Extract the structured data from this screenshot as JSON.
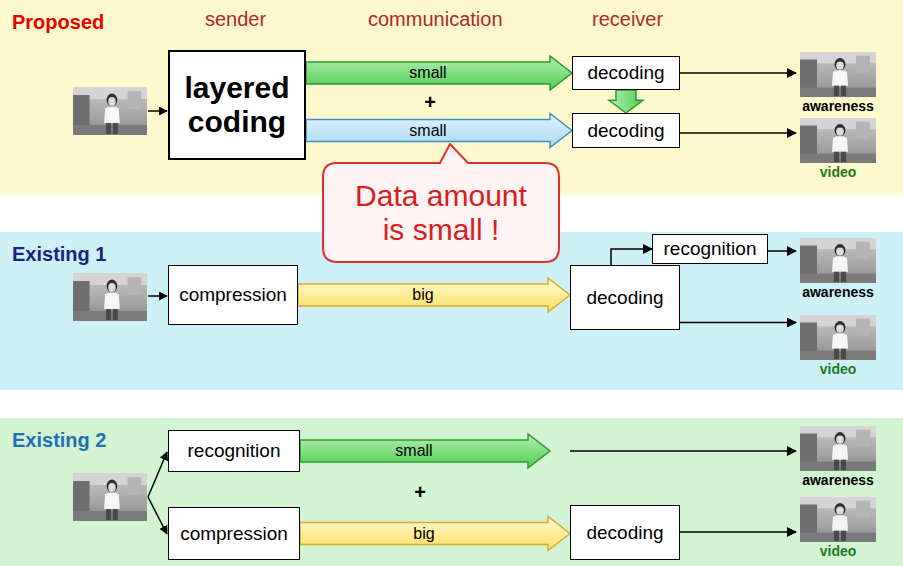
{
  "diagram": {
    "nodes": [
      {
        "text": [
          "Proposed"
        ]
      },
      {
        "text": [
          "layered coding"
        ],
        "in": 0
      },
      {
        "text": [
          "decoding"
        ],
        "in": 0
      },
      {
        "text": [
          "decoding"
        ],
        "in": 0
      },
      {
        "text": [
          "awareness"
        ],
        "in": 0
      },
      {
        "text": [
          "video"
        ],
        "in": 0
      },
      {
        "text": [
          "Data amount is small !"
        ]
      },
      {
        "text": [
          "Existing 1"
        ]
      },
      {
        "text": [
          "compression"
        ],
        "in": 7
      },
      {
        "text": [
          "decoding"
        ],
        "in": 7
      },
      {
        "text": [
          "recognition"
        ],
        "in": 7
      },
      {
        "text": [
          "awareness"
        ],
        "in": 7
      },
      {
        "text": [
          "video"
        ],
        "in": 7
      },
      {
        "text": [
          "Existing 2"
        ]
      },
      {
        "text": [
          "recognition"
        ],
        "in": 13
      },
      {
        "text": [
          "compression"
        ],
        "in": 13
      },
      {
        "text": [
          "decoding"
        ],
        "in": 13
      },
      {
        "text": [
          "awareness"
        ],
        "in": 13
      },
      {
        "text": [
          "video"
        ],
        "in": 13
      }
    ],
    "edges": [
      {
        "from": 1,
        "to": 2,
        "arrow": "to",
        "label": "small"
      },
      {
        "from": 1,
        "to": 3,
        "arrow": "to",
        "label": "small"
      },
      {
        "from": 2,
        "to": 3,
        "arrow": "to"
      },
      {
        "from": 2,
        "to": 4,
        "arrow": "to"
      },
      {
        "from": 3,
        "to": 5,
        "arrow": "to"
      },
      {
        "from": 8,
        "to": 9,
        "arrow": "to",
        "label": "big"
      },
      {
        "from": 9,
        "to": 10,
        "arrow": "to"
      },
      {
        "from": 10,
        "to": 11,
        "arrow": "to"
      },
      {
        "from": 9,
        "to": 12,
        "arrow": "to"
      },
      {
        "from": 14,
        "to": 17,
        "arrow": "to",
        "label": "small"
      },
      {
        "from": 15,
        "to": 16,
        "arrow": "to",
        "label": "big"
      },
      {
        "from": 16,
        "to": 18,
        "arrow": "to"
      }
    ],
    "labels": [
      "sender",
      "communication",
      "receiver",
      "+",
      "+"
    ]
  }
}
